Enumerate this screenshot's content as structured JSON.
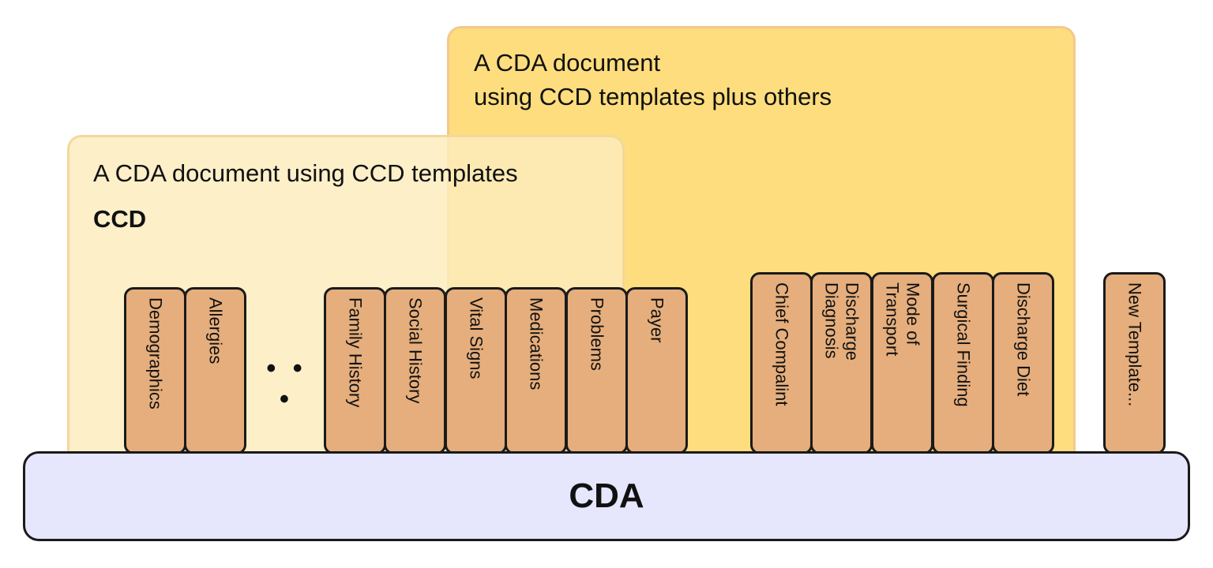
{
  "outer_region": {
    "title_line1": "A CDA document",
    "title_line2": "using CCD templates plus others"
  },
  "inner_region": {
    "title": "A CDA document using CCD templates",
    "label": "CCD"
  },
  "ellipsis": "• • •",
  "templates": [
    "Demographics",
    "Allergies",
    "Family History",
    "Social History",
    "Vital Signs",
    "Medications",
    "Problems",
    "Payer",
    "Chief Compalint",
    "Discharge\nDiagnosis",
    "Mode of\nTransport",
    "Surgical Finding",
    "Discharge Diet",
    "New Template..."
  ],
  "base": {
    "label": "CDA"
  },
  "colors": {
    "outer_region": "#fddd7d",
    "inner_region": "#fdecbe",
    "template_fill": "#e5ae7c",
    "base_fill": "#e6e6fd"
  }
}
